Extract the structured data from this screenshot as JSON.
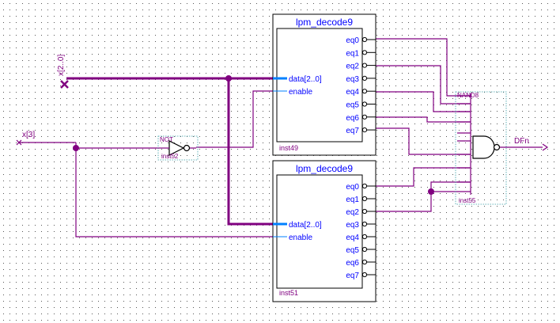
{
  "colors": {
    "wire": "#800080",
    "bus": "#800080",
    "data_port": "#0080ff",
    "block_border": "#000000",
    "title_text": "#0000ff",
    "port_text": "#0000ff",
    "inst_text": "#800080",
    "grid_dot": "#000000",
    "gate_dash": "#3aa0a8"
  },
  "inputs": {
    "bus": "x[2..0]",
    "single": "x[3]"
  },
  "output": {
    "name": "DFn"
  },
  "blocks": [
    {
      "title": "lpm_decode9",
      "instance": "inst49",
      "in_ports": [
        "data[2..0]",
        "enable"
      ],
      "out_ports": [
        "eq0",
        "eq1",
        "eq2",
        "eq3",
        "eq4",
        "eq5",
        "eq6",
        "eq7"
      ]
    },
    {
      "title": "lpm_decode9",
      "instance": "inst51",
      "in_ports": [
        "data[2..0]",
        "enable"
      ],
      "out_ports": [
        "eq0",
        "eq1",
        "eq2",
        "eq3",
        "eq4",
        "eq5",
        "eq6",
        "eq7"
      ]
    }
  ],
  "not_gate": {
    "type": "NOT",
    "instance": "inst52"
  },
  "nand_gate": {
    "type": "NAND8",
    "instance": "inst55"
  }
}
